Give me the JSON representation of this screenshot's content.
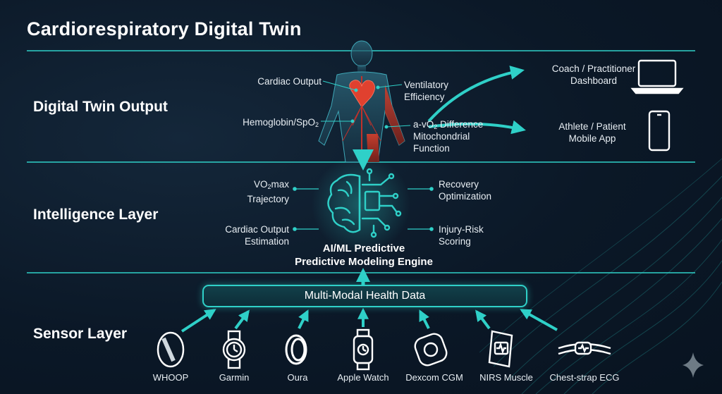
{
  "title": "Cardiorespiratory Digital Twin",
  "layers": {
    "output": "Digital Twin Output",
    "intelligence": "Intelligence Layer",
    "sensor": "Sensor Layer"
  },
  "output_labels": {
    "cardiac_output": "Cardiac Output",
    "ventilatory": "Ventilatory\nEfficiency",
    "hemoglobin_pre": "Hemoglobin/SpO",
    "hemoglobin_sub": "2",
    "avo2_pre": "a-vO",
    "avo2_sub": "2",
    "avo2_post": " Difference",
    "mito": "Mitochondrial\nFunction"
  },
  "destinations": {
    "coach": "Coach / Practitioner\nDashboard",
    "athlete": "Athlete / Patient\nMobile App"
  },
  "intelligence_labels": {
    "vo2_pre": "VO",
    "vo2_sub": "2",
    "vo2_post": "max",
    "vo2_line2": "Trajectory",
    "cardiac_est": "Cardiac Output\nEstimation",
    "recovery": "Recovery\nOptimization",
    "injury": "Injury-Risk\nScoring"
  },
  "engine": {
    "line1": "AI/ML Predictive",
    "line2": "Predictive Modeling Engine"
  },
  "data_bar": "Multi-Modal Health Data",
  "devices": [
    {
      "label": "WHOOP",
      "icon": "band-icon"
    },
    {
      "label": "Garmin",
      "icon": "watch-icon"
    },
    {
      "label": "Oura",
      "icon": "ring-icon"
    },
    {
      "label": "Apple Watch",
      "icon": "smartwatch-icon"
    },
    {
      "label": "Dexcom CGM",
      "icon": "cgm-sensor-icon"
    },
    {
      "label": "NIRS Muscle",
      "icon": "nirs-band-icon"
    },
    {
      "label": "Chest-strap ECG",
      "icon": "chest-strap-icon"
    }
  ],
  "colors": {
    "accent": "#2fd0c8",
    "background": "#0b1827",
    "heart": "#e0412f"
  }
}
